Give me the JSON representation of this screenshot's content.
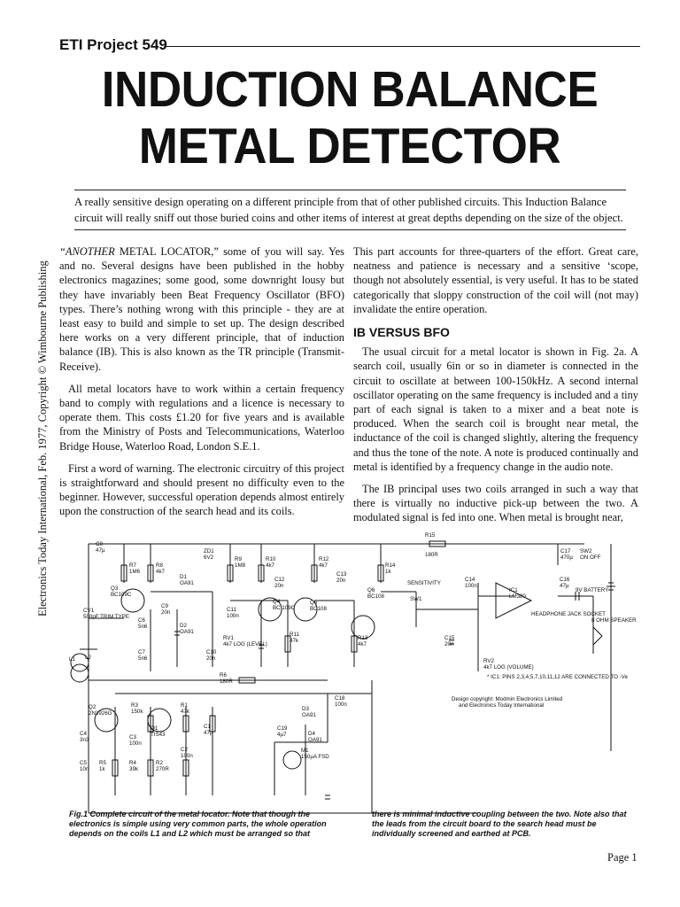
{
  "header": {
    "project": "ETI Project 549",
    "title_line1": "INDUCTION BALANCE",
    "title_line2": "METAL DETECTOR"
  },
  "standfirst": "A really sensitive design operating on a different principle from that of other published circuits. This Induction Balance circuit will really sniff out those buried coins and other items of interest at great depths depending on the size of the object.",
  "side_credit": "Electronics Today International, Feb. 1977, Copyright © Wimbourne Publishing",
  "left_column": {
    "p1_lead": "“ANOTHER",
    "p1_rest": " METAL LOCATOR,” some of you will say. Yes and no. Several designs have been published in the hobby electronics magazines; some good, some downright lousy but they have invariably been Beat Frequency Oscillator (BFO) types. There’s nothing wrong with this principle - they are at least easy to build and simple to set up. The design described here works on a very different principle, that of induction balance (IB). This is also known as the TR principle (Transmit-Receive).",
    "p2": "All metal locators have to work within a certain frequency band to comply with regulations and a licence is necessary to operate them. This costs £1.20 for five years and is available from the Ministry of Posts and Telecommunications, Waterloo Bridge House, Waterloo Road, London S.E.1.",
    "p3": "First a word of warning. The electronic circuitry of this project is straightforward and should present no difficulty even to the beginner. However, successful operation depends almost entirely upon the construction of the search head and its coils."
  },
  "right_column": {
    "p1": "This part accounts for three-quarters of the effort. Great care, neatness and patience is necessary and a sensitive ‘scope, though not absolutely essential, is very useful. It has to be stated categorically that sloppy construction of the coil will (not may) invalidate the entire operation.",
    "heading": "IB VERSUS BFO",
    "p2": "The usual circuit for a metal locator is shown in Fig. 2a. A search coil, usually 6in or so in diameter is connected in the circuit to oscillate at between 100-150kHz. A second internal oscillator operating on the same frequency is included and a tiny part of each signal is taken to a mixer and a beat note is produced. When the search coil is brought near metal, the inductance of the coil is changed slightly, altering the frequency and thus the tone of the note. A note is produced continually and metal is identified by a frequency change in the audio note.",
    "p3": "The IB principal uses two coils arranged in such a way that there is virtually no inductive pick-up between the two. A modulated signal is fed into one. When metal is brought near,"
  },
  "schematic": {
    "labels": {
      "c8": "C8",
      "c8v": "47µ",
      "r7": "R7",
      "r7v": "1M6",
      "r8": "R8",
      "r8v": "4k7",
      "zd1": "ZD1",
      "zd1v": "6V2",
      "r9": "R9",
      "r9v": "1M8",
      "r10": "R10",
      "r10v": "4k7",
      "r12": "R12",
      "r12v": "4k7",
      "r15": "R15",
      "r15v": "180R",
      "c17": "C17",
      "c17v": "470µ",
      "sw2": "SW2",
      "sw2v": "ON OFF",
      "q3": "Q3",
      "q3v": "BC109C",
      "c9": "C9",
      "c9v": "20n",
      "d1": "D1",
      "d1v": "OA91",
      "d2": "D2",
      "d2v": "OA91",
      "c12": "C12",
      "c12v": "20n",
      "c13": "C13",
      "c13v": "20n",
      "r14": "R14",
      "r14v": "1k",
      "sensitivity": "SENSITIVITY",
      "c14": "C14",
      "c14v": "100n",
      "c16": "C16",
      "c16v": "47µ",
      "battery": "9V BATTERY",
      "q4": "Q4",
      "q4v": "BC 109C",
      "q5": "Q5",
      "q5v": "BC108",
      "q6": "Q6",
      "q6v": "BC108",
      "ic1": "IC1",
      "ic1v": "LM380",
      "headphone": "HEADPHONE JACK SOCKET",
      "speaker": "8 OHM SPEAKER",
      "cv1": "CV1",
      "cv1v": "500pF TRIM TYPE",
      "c6": "C6",
      "c6v": "5n6",
      "c7": "C7",
      "c7v": "5n6",
      "c11": "C11",
      "c11v": "100n",
      "rv1": "RV1",
      "rv1v": "4k7 LOG (LEVEL)",
      "r11": "R11",
      "r11v": "47k",
      "r13": "R13",
      "r13v": "4k7",
      "sw1": "SW1",
      "c15": "C15",
      "c15v": "20n",
      "rv2": "RV2",
      "rv2v": "4k7 LOG (VOLUME)",
      "c10": "C10",
      "c10v": "20n",
      "l1": "L1",
      "l2": "L2",
      "r6": "R6",
      "r6v": "180R",
      "ic_note": "* IC1: PINS 2,3,4,5,7,10,11,12 ARE CONNECTED TO -Ve",
      "c18": "C18",
      "c18v": "100n",
      "copyright1": "Design copyright: Modmin Electronics Limited",
      "copyright2": "and Electronics Today International",
      "q2": "Q2",
      "q2v": "2N3926G",
      "r3": "R3",
      "r3v": "150k",
      "q1": "Q1",
      "q1v": "TIS43",
      "r1": "R1",
      "r1v": "47k",
      "c1": "C1",
      "c1v": "47µ",
      "c4": "C4",
      "c4v": "3n3",
      "c3": "C3",
      "c3v": "100n",
      "c2": "C2",
      "c2v": "100n",
      "d3": "D3",
      "d3v": "OA91",
      "d4": "D4",
      "d4v": "OA91",
      "c19": "C19",
      "c19v": "4µ7",
      "m1": "M1",
      "m1v": "150µA FSD",
      "c5": "C5",
      "c5v": "10n",
      "r5": "R5",
      "r5v": "1k",
      "r4": "R4",
      "r4v": "39k",
      "r2": "R2",
      "r2v": "270R"
    }
  },
  "caption": {
    "left": "Fig.1 Complete circuit of the metal locator. Note that though the electronics is simple using very common parts, the whole operation depends on the coils L1 and L2 which must be arranged so that",
    "right": "there is minimal inductive coupling between the two. Note also that the leads from the circuit board to the search head must be individually screened and earthed at PCB."
  },
  "page_number": "Page 1"
}
